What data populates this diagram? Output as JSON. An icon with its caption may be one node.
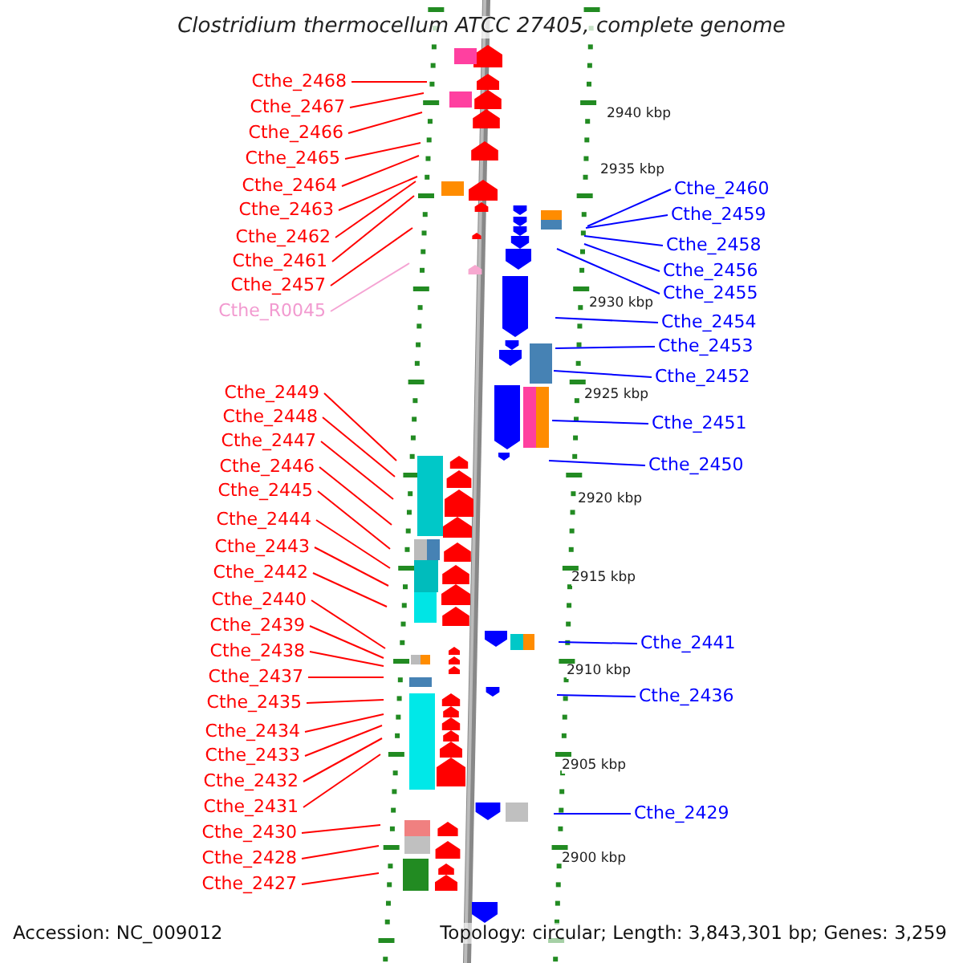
{
  "diagram": {
    "title": "Clostridium thermocellum ATCC 27405, complete genome",
    "nodes": [
      {
        "text": [
          "Cthe_2468"
        ]
      },
      {
        "text": [
          "Cthe_2467"
        ]
      },
      {
        "text": [
          "Cthe_2466"
        ]
      },
      {
        "text": [
          "Cthe_2465"
        ]
      },
      {
        "text": [
          "Cthe_2464"
        ]
      },
      {
        "text": [
          "Cthe_2463"
        ]
      },
      {
        "text": [
          "Cthe_2462"
        ]
      },
      {
        "text": [
          "Cthe_2461"
        ]
      },
      {
        "text": [
          "Cthe_2457"
        ]
      },
      {
        "text": [
          "Cthe_R0045"
        ]
      },
      {
        "text": [
          "Cthe_2449"
        ]
      },
      {
        "text": [
          "Cthe_2448"
        ]
      },
      {
        "text": [
          "Cthe_2447"
        ]
      },
      {
        "text": [
          "Cthe_2446"
        ]
      },
      {
        "text": [
          "Cthe_2445"
        ]
      },
      {
        "text": [
          "Cthe_2444"
        ]
      },
      {
        "text": [
          "Cthe_2443"
        ]
      },
      {
        "text": [
          "Cthe_2442"
        ]
      },
      {
        "text": [
          "Cthe_2440"
        ]
      },
      {
        "text": [
          "Cthe_2439"
        ]
      },
      {
        "text": [
          "Cthe_2438"
        ]
      },
      {
        "text": [
          "Cthe_2437"
        ]
      },
      {
        "text": [
          "Cthe_2435"
        ]
      },
      {
        "text": [
          "Cthe_2434"
        ]
      },
      {
        "text": [
          "Cthe_2433"
        ]
      },
      {
        "text": [
          "Cthe_2432"
        ]
      },
      {
        "text": [
          "Cthe_2431"
        ]
      },
      {
        "text": [
          "Cthe_2430"
        ]
      },
      {
        "text": [
          "Cthe_2428"
        ]
      },
      {
        "text": [
          "Cthe_2427"
        ]
      },
      {
        "text": [
          "Cthe_2460"
        ]
      },
      {
        "text": [
          "Cthe_2459"
        ]
      },
      {
        "text": [
          "Cthe_2458"
        ]
      },
      {
        "text": [
          "Cthe_2456"
        ]
      },
      {
        "text": [
          "Cthe_2455"
        ]
      },
      {
        "text": [
          "Cthe_2454"
        ]
      },
      {
        "text": [
          "Cthe_2453"
        ]
      },
      {
        "text": [
          "Cthe_2452"
        ]
      },
      {
        "text": [
          "Cthe_2451"
        ]
      },
      {
        "text": [
          "Cthe_2450"
        ]
      },
      {
        "text": [
          "Cthe_2441"
        ]
      },
      {
        "text": [
          "Cthe_2436"
        ]
      },
      {
        "text": [
          "Cthe_2429"
        ]
      }
    ],
    "edges": [
      {
        "from": 0,
        "to": null,
        "arrow": "none"
      },
      {
        "from": 1,
        "to": null,
        "arrow": "none"
      },
      {
        "from": 2,
        "to": null,
        "arrow": "none"
      },
      {
        "from": 3,
        "to": null,
        "arrow": "none"
      },
      {
        "from": 4,
        "to": null,
        "arrow": "none"
      },
      {
        "from": 5,
        "to": null,
        "arrow": "none"
      },
      {
        "from": 6,
        "to": null,
        "arrow": "none"
      },
      {
        "from": 7,
        "to": null,
        "arrow": "none"
      },
      {
        "from": 8,
        "to": null,
        "arrow": "none"
      },
      {
        "from": 9,
        "to": null,
        "arrow": "none",
        "color": "#f5a3d3"
      },
      {
        "from": 10,
        "to": null,
        "arrow": "none"
      },
      {
        "from": 11,
        "to": null,
        "arrow": "none"
      },
      {
        "from": 12,
        "to": null,
        "arrow": "none"
      },
      {
        "from": 13,
        "to": null,
        "arrow": "none"
      },
      {
        "from": 14,
        "to": null,
        "arrow": "none"
      },
      {
        "from": 15,
        "to": null,
        "arrow": "none"
      },
      {
        "from": 16,
        "to": null,
        "arrow": "none"
      },
      {
        "from": 17,
        "to": null,
        "arrow": "none"
      },
      {
        "from": 18,
        "to": null,
        "arrow": "none"
      },
      {
        "from": 19,
        "to": null,
        "arrow": "none"
      },
      {
        "from": 20,
        "to": null,
        "arrow": "none"
      },
      {
        "from": 21,
        "to": null,
        "arrow": "none"
      },
      {
        "from": 22,
        "to": null,
        "arrow": "none"
      },
      {
        "from": 23,
        "to": null,
        "arrow": "none"
      },
      {
        "from": 24,
        "to": null,
        "arrow": "none"
      },
      {
        "from": 25,
        "to": null,
        "arrow": "none"
      },
      {
        "from": 26,
        "to": null,
        "arrow": "none"
      },
      {
        "from": 27,
        "to": null,
        "arrow": "none"
      },
      {
        "from": 28,
        "to": null,
        "arrow": "none"
      },
      {
        "from": 29,
        "to": null,
        "arrow": "none"
      },
      {
        "from": 30,
        "to": null,
        "arrow": "none",
        "color": "#0000ff"
      },
      {
        "from": 31,
        "to": null,
        "arrow": "none",
        "color": "#0000ff"
      },
      {
        "from": 32,
        "to": null,
        "arrow": "none",
        "color": "#0000ff"
      },
      {
        "from": 33,
        "to": null,
        "arrow": "none",
        "color": "#0000ff"
      },
      {
        "from": 34,
        "to": null,
        "arrow": "none",
        "color": "#0000ff"
      },
      {
        "from": 35,
        "to": null,
        "arrow": "none",
        "color": "#0000ff"
      },
      {
        "from": 36,
        "to": null,
        "arrow": "none",
        "color": "#0000ff"
      },
      {
        "from": 37,
        "to": null,
        "arrow": "none",
        "color": "#0000ff"
      },
      {
        "from": 38,
        "to": null,
        "arrow": "none",
        "color": "#0000ff"
      },
      {
        "from": 39,
        "to": null,
        "arrow": "none",
        "color": "#0000ff"
      },
      {
        "from": 40,
        "to": null,
        "arrow": "none",
        "color": "#0000ff"
      },
      {
        "from": 41,
        "to": null,
        "arrow": "none",
        "color": "#0000ff"
      },
      {
        "from": 42,
        "to": null,
        "arrow": "none",
        "color": "#0000ff"
      }
    ],
    "labels": [
      "2940 kbp",
      "2935 kbp",
      "2930 kbp",
      "2925 kbp",
      "2920 kbp",
      "2915 kbp",
      "2910 kbp",
      "2905 kbp",
      "2900 kbp",
      "Accession: NC_009012",
      "Topology: circular; Length: 3,843,301 bp; Genes: 3,259"
    ]
  }
}
